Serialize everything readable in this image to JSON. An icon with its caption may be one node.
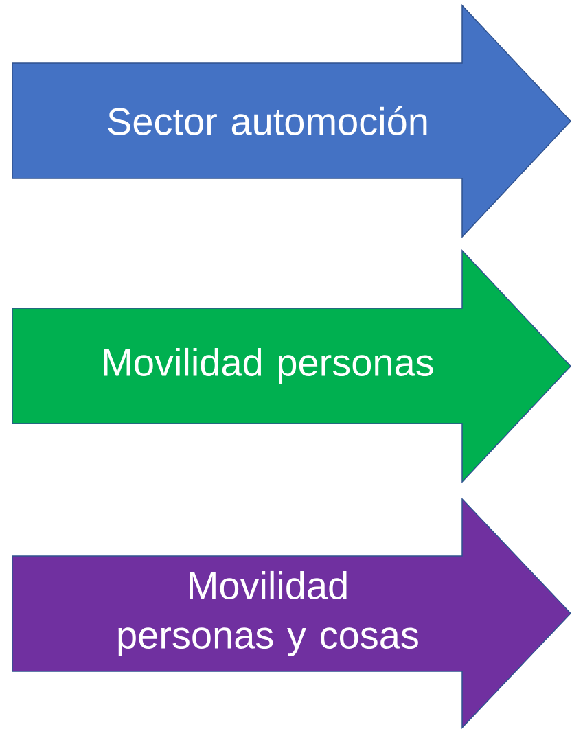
{
  "diagram": {
    "nodes": [
      {
        "text": [
          "Sector automoción"
        ]
      },
      {
        "text": [
          "Movilidad personas"
        ]
      },
      {
        "text": [
          "Movilidad personas y cosas"
        ]
      }
    ]
  }
}
